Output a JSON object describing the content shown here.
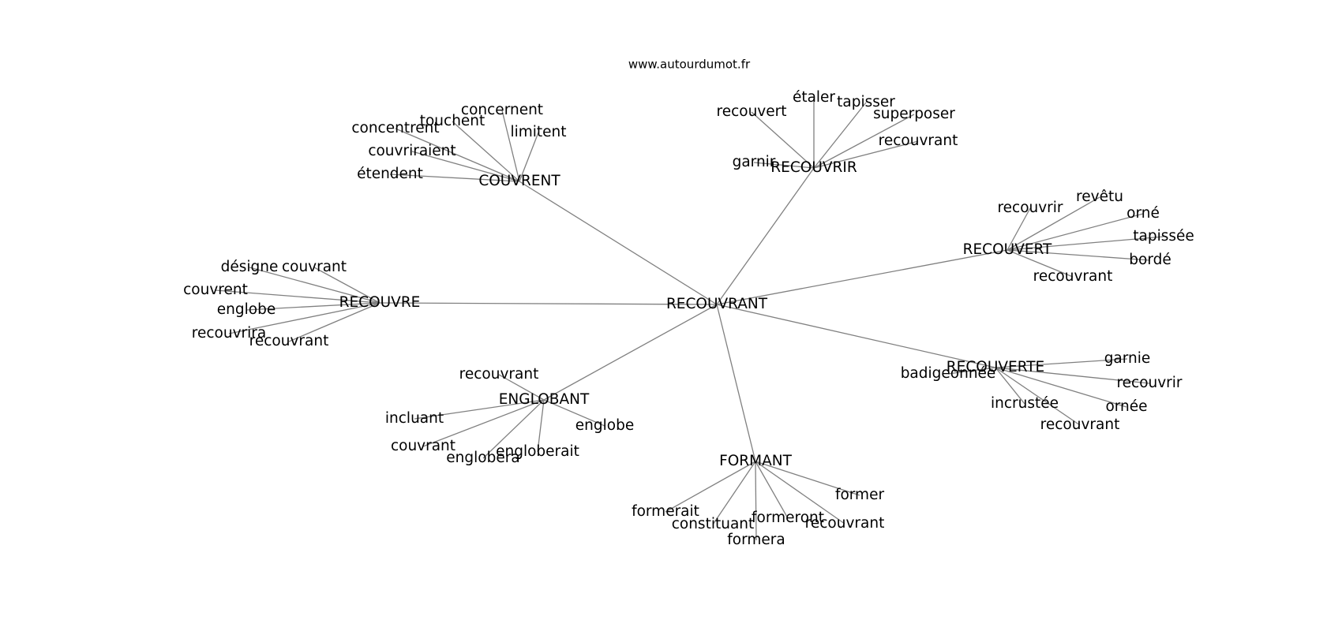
{
  "header": {
    "site": "www.autourdumot.fr"
  },
  "graph": {
    "root": "RECOUVRANT",
    "groups": [
      {
        "hub": "COUVRENT",
        "leaves": [
          "concernent",
          "touchent",
          "limitent",
          "concentrent",
          "couvriraient",
          "étendent"
        ]
      },
      {
        "hub": "RECOUVRIR",
        "leaves": [
          "étaler",
          "tapisser",
          "recouvert",
          "superposer",
          "recouvrant",
          "garnir"
        ]
      },
      {
        "hub": "RECOUVERT",
        "leaves": [
          "revêtu",
          "recouvrir",
          "orné",
          "tapissée",
          "bordé",
          "recouvrant"
        ]
      },
      {
        "hub": "RECOUVRE",
        "leaves": [
          "désigne",
          "couvrant",
          "couvrent",
          "englobe",
          "recouvrira",
          "recouvrant"
        ]
      },
      {
        "hub": "RECOUVERTE",
        "leaves": [
          "garnie",
          "badigeonnée",
          "recouvrir",
          "incrustée",
          "ornée",
          "recouvrant"
        ]
      },
      {
        "hub": "ENGLOBANT",
        "leaves": [
          "recouvrant",
          "incluant",
          "englobe",
          "couvrant",
          "engloberait",
          "englobera"
        ]
      },
      {
        "hub": "FORMANT",
        "leaves": [
          "former",
          "formerait",
          "formeront",
          "constituant",
          "recouvrant",
          "formera"
        ]
      }
    ]
  }
}
